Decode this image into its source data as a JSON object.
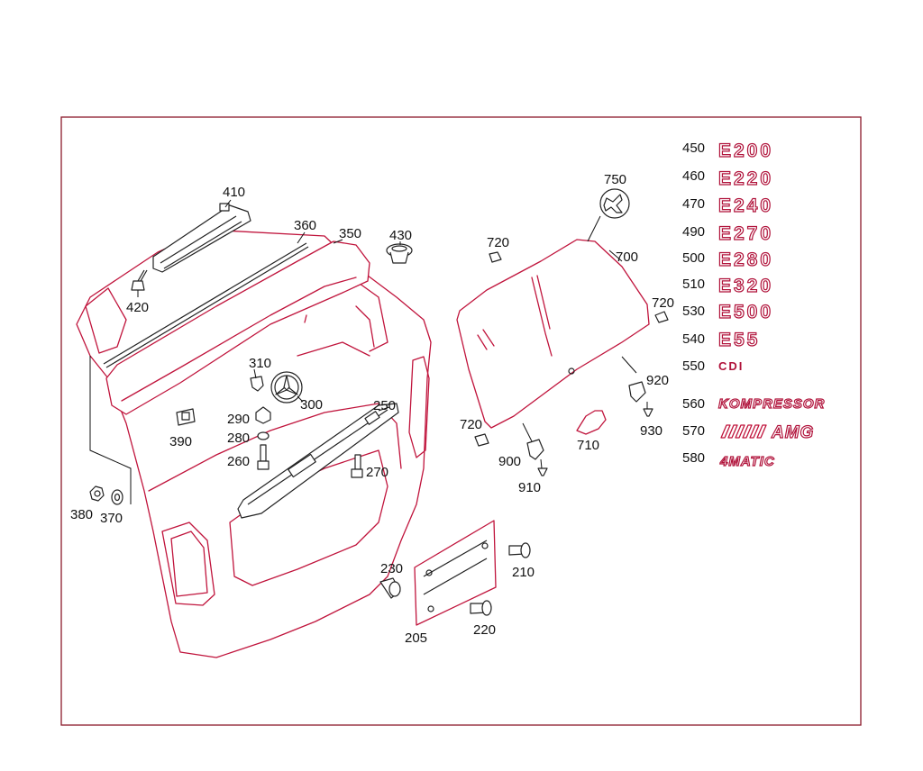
{
  "callouts": {
    "c410": "410",
    "c360": "360",
    "c350": "350",
    "c430": "430",
    "c420": "420",
    "c310": "310",
    "c300": "300",
    "c250": "250",
    "c290": "290",
    "c280": "280",
    "c260": "260",
    "c270": "270",
    "c390": "390",
    "c380": "380",
    "c370": "370",
    "c230": "230",
    "c210": "210",
    "c220": "220",
    "c205": "205",
    "c750": "750",
    "c700": "700",
    "c720a": "720",
    "c720b": "720",
    "c720c": "720",
    "c920": "920",
    "c930": "930",
    "c710": "710",
    "c900": "900",
    "c910": "910"
  },
  "badges": [
    {
      "code": "450",
      "text": "E200"
    },
    {
      "code": "460",
      "text": "E220"
    },
    {
      "code": "470",
      "text": "E240"
    },
    {
      "code": "490",
      "text": "E270"
    },
    {
      "code": "500",
      "text": "E280"
    },
    {
      "code": "510",
      "text": "E320"
    },
    {
      "code": "530",
      "text": "E500"
    },
    {
      "code": "540",
      "text": "E55"
    },
    {
      "code": "550",
      "text": "CDI"
    },
    {
      "code": "560",
      "text": "KOMPRESSOR"
    },
    {
      "code": "570",
      "text": "AMG"
    },
    {
      "code": "580",
      "text": "4MATIC"
    }
  ],
  "colors": {
    "part_line": "#c0143c",
    "label_text": "#111111",
    "frame": "#8b1a2b"
  }
}
